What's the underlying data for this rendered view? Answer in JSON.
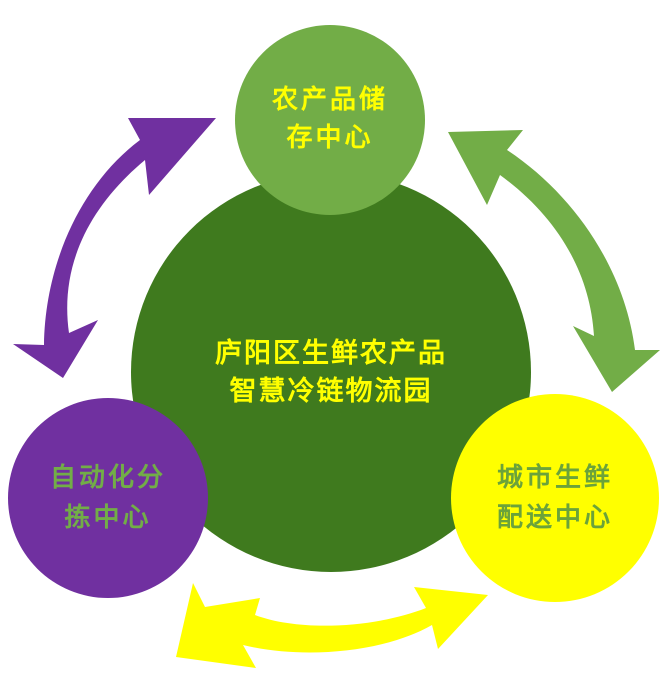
{
  "center": {
    "line1": "庐阳区生鲜农产品",
    "line2": "智慧冷链物流园",
    "fill": "#3f7a1e",
    "text_color": "#ffff00"
  },
  "nodes": [
    {
      "id": "storage",
      "line1": "农产品储",
      "line2": "存中心",
      "fill": "#72ad47",
      "text_color": "#ffff00"
    },
    {
      "id": "distribution",
      "line1": "城市生鲜",
      "line2": "配送中心",
      "fill": "#ffff00",
      "text_color": "#6ba33a"
    },
    {
      "id": "sorting",
      "line1": "自动化分",
      "line2": "拣中心",
      "fill": "#7030a0",
      "text_color": "#72ad47"
    }
  ],
  "arrows": [
    {
      "id": "storage-distribution",
      "color": "#72ad47",
      "direction": "bidirectional"
    },
    {
      "id": "distribution-sorting",
      "color": "#ffff00",
      "direction": "bidirectional"
    },
    {
      "id": "sorting-storage",
      "color": "#7030a0",
      "direction": "bidirectional"
    }
  ]
}
